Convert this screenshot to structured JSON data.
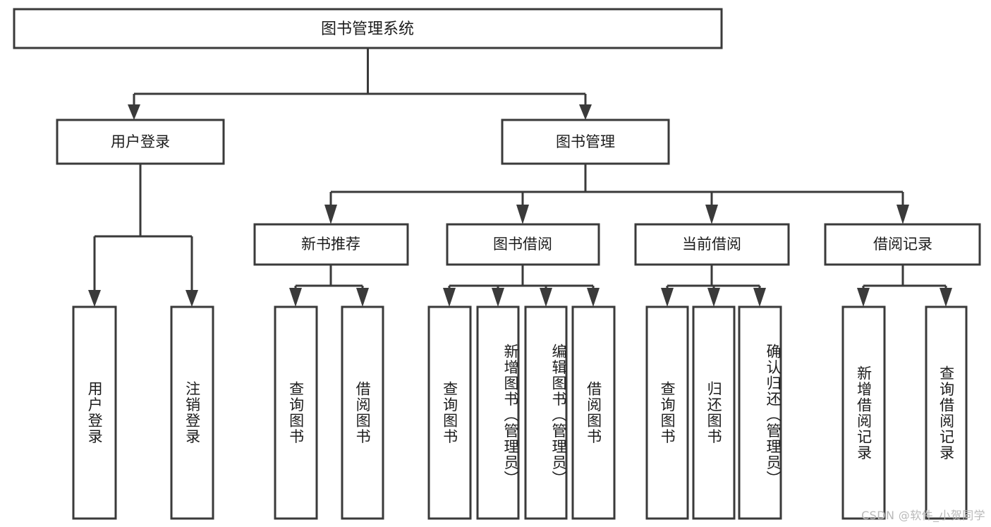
{
  "diagram": {
    "title": "图书管理系统",
    "type": "tree-hierarchy-diagram",
    "colors": {
      "box_stroke": "#3a3a3a",
      "box_fill": "#ffffff",
      "text": "#1c1c1c",
      "background": "#ffffff",
      "watermark": "#b9b9b9"
    },
    "root": {
      "label": "图书管理系统"
    },
    "level2": [
      {
        "label": "用户登录"
      },
      {
        "label": "图书管理"
      }
    ],
    "level3": [
      {
        "label": "新书推荐"
      },
      {
        "label": "图书借阅"
      },
      {
        "label": "当前借阅"
      },
      {
        "label": "借阅记录"
      }
    ],
    "leaves": {
      "user_login": [
        {
          "label": "用户登录"
        },
        {
          "label": "注销登录"
        }
      ],
      "new_book_recommend": [
        {
          "label": "查询图书"
        },
        {
          "label": "借阅图书"
        }
      ],
      "book_borrow": [
        {
          "label": "查询图书"
        },
        {
          "label": "新增图书（管理员）"
        },
        {
          "label": "编辑图书（管理员）"
        },
        {
          "label": "借阅图书"
        }
      ],
      "current_borrow": [
        {
          "label": "查询图书"
        },
        {
          "label": "归还图书"
        },
        {
          "label": "确认归还（管理员）"
        }
      ],
      "borrow_record": [
        {
          "label": "新增借阅记录"
        },
        {
          "label": "查询借阅记录"
        }
      ]
    }
  },
  "watermark": {
    "text": "CSDN @软件_小贺同学"
  }
}
